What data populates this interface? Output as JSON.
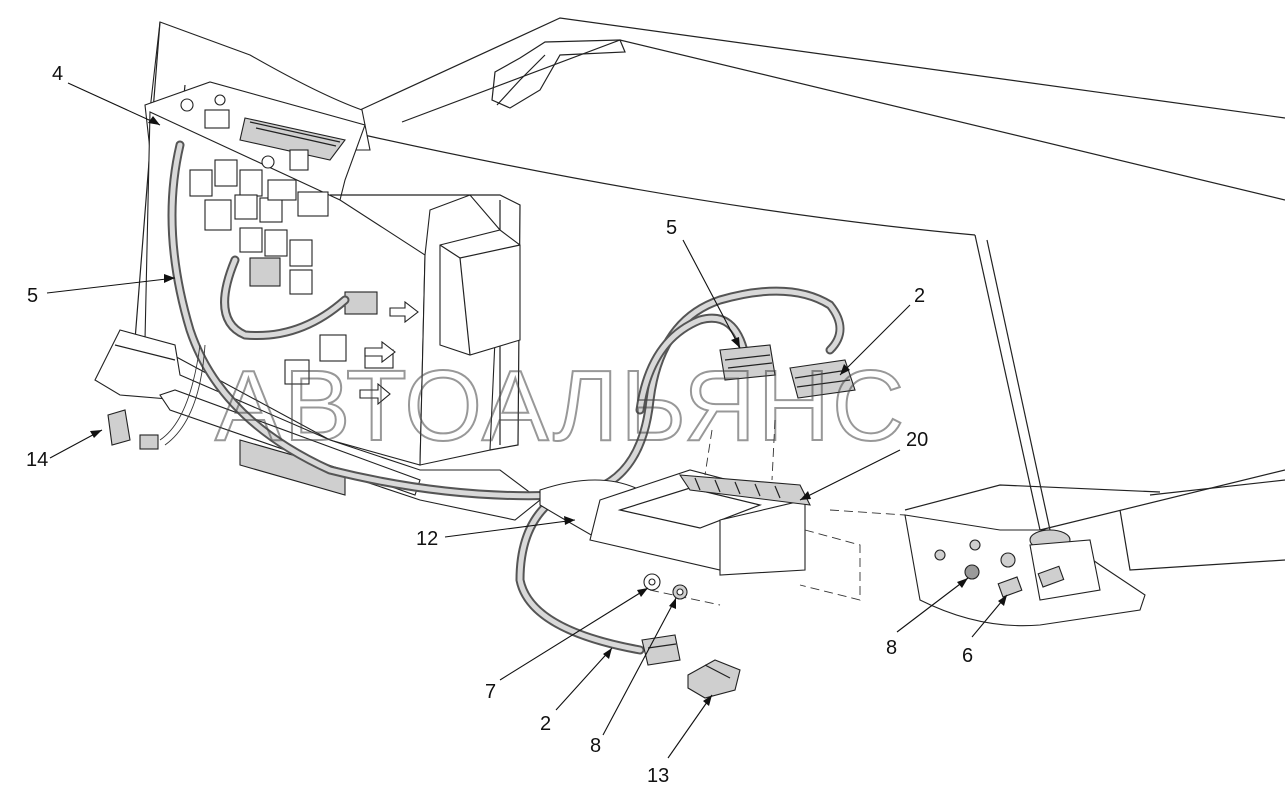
{
  "watermark": "АВТОАЛЬЯНС",
  "callouts": [
    {
      "id": "c4",
      "text": "4"
    },
    {
      "id": "c5a",
      "text": "5"
    },
    {
      "id": "c5b",
      "text": "5"
    },
    {
      "id": "c2a",
      "text": "2"
    },
    {
      "id": "c14",
      "text": "14"
    },
    {
      "id": "c20",
      "text": "20"
    },
    {
      "id": "c12",
      "text": "12"
    },
    {
      "id": "c8a",
      "text": "8"
    },
    {
      "id": "c6",
      "text": "6"
    },
    {
      "id": "c7",
      "text": "7"
    },
    {
      "id": "c2b",
      "text": "2"
    },
    {
      "id": "c8b",
      "text": "8"
    },
    {
      "id": "c13",
      "text": "13"
    }
  ],
  "colors": {
    "line": "#222222",
    "background": "#ffffff",
    "harness": "#555555"
  }
}
